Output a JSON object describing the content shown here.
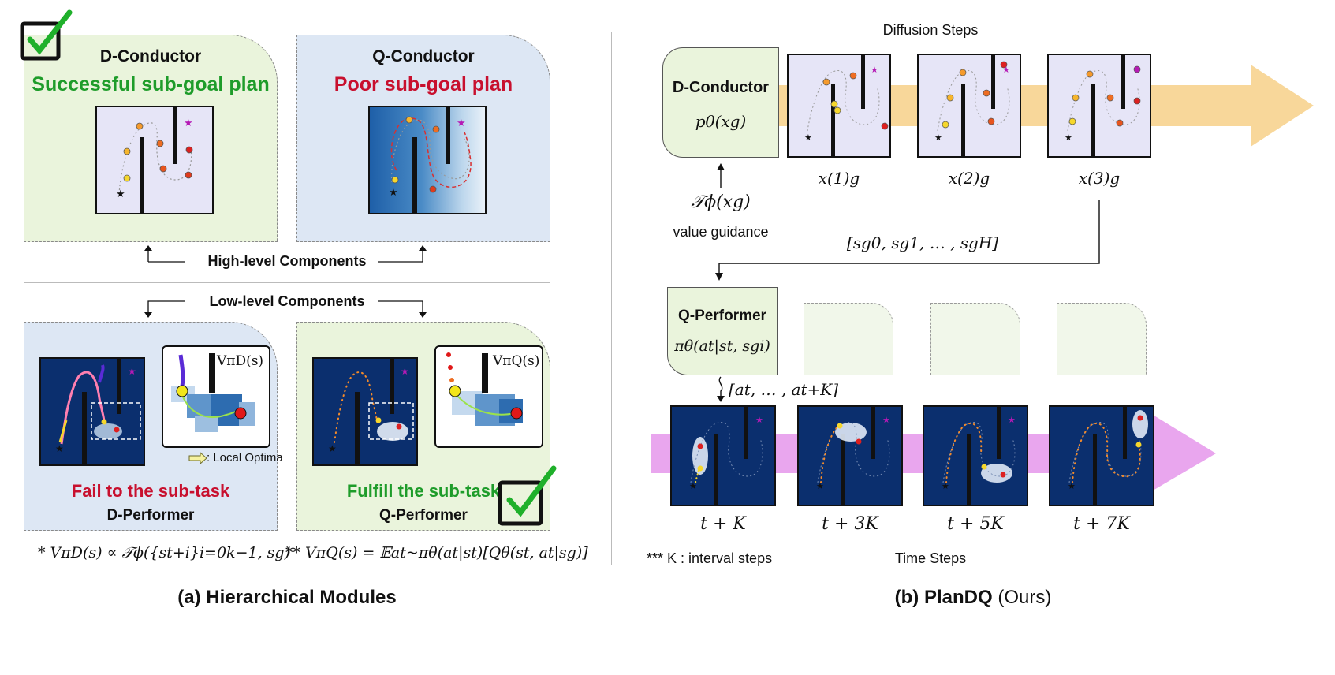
{
  "left": {
    "top_left_panel": {
      "title": "D-Conductor",
      "subtitle": "Successful sub-goal plan"
    },
    "top_right_panel": {
      "title": "Q-Conductor",
      "subtitle": "Poor sub-goal plan"
    },
    "high_level_label": "High-level Components",
    "low_level_label": "Low-level Components",
    "bottom_left_panel": {
      "outcome": "Fail to the sub-task",
      "title": "D-Performer",
      "inset_label": "VπD(s)",
      "legend_text": ": Local Optima"
    },
    "bottom_right_panel": {
      "outcome": "Fulfill the sub-task",
      "title": "Q-Performer",
      "inset_label": "VπQ(s)"
    },
    "formula_d": "* VπD(s) ∝ 𝒯ϕ({st+i}i=0k−1, sg)",
    "formula_q": "** VπQ(s) = 𝔼at~πθ(at|st)[Qθ(st, at|sg)]",
    "caption_bold": "(a) Hierarchical Modules"
  },
  "right": {
    "diffusion_steps_label": "Diffusion Steps",
    "d_conductor": {
      "title": "D-Conductor",
      "formula": "pθ(xg)"
    },
    "x_labels": [
      "x(1)g",
      "x(2)g",
      "x(3)g"
    ],
    "guidance_formula": "𝒯ϕ(xg)",
    "guidance_label": "value guidance",
    "subgoal_sequence": "[sg0, sg1, … , sgH]",
    "q_performer": {
      "title": "Q-Performer",
      "formula": "πθ(at|st, sgi)"
    },
    "action_sequence": "[at, … , at+K]",
    "time_labels": [
      "t + K",
      "t + 3K",
      "t + 5K",
      "t + 7K"
    ],
    "interval_note": "*** K : interval steps",
    "time_steps_label": "Time Steps",
    "caption_bold": "(b) PlanDQ",
    "caption_normal": " (Ours)"
  },
  "colors": {
    "green_text": "#1e9c2a",
    "red_text": "#c8102e",
    "green_panel": "#eaf4dc",
    "blue_panel": "#dde7f4",
    "orange_arrow": "#f8d79a",
    "pink_arrow": "#e9a6ee",
    "check": "#1fb02b"
  }
}
